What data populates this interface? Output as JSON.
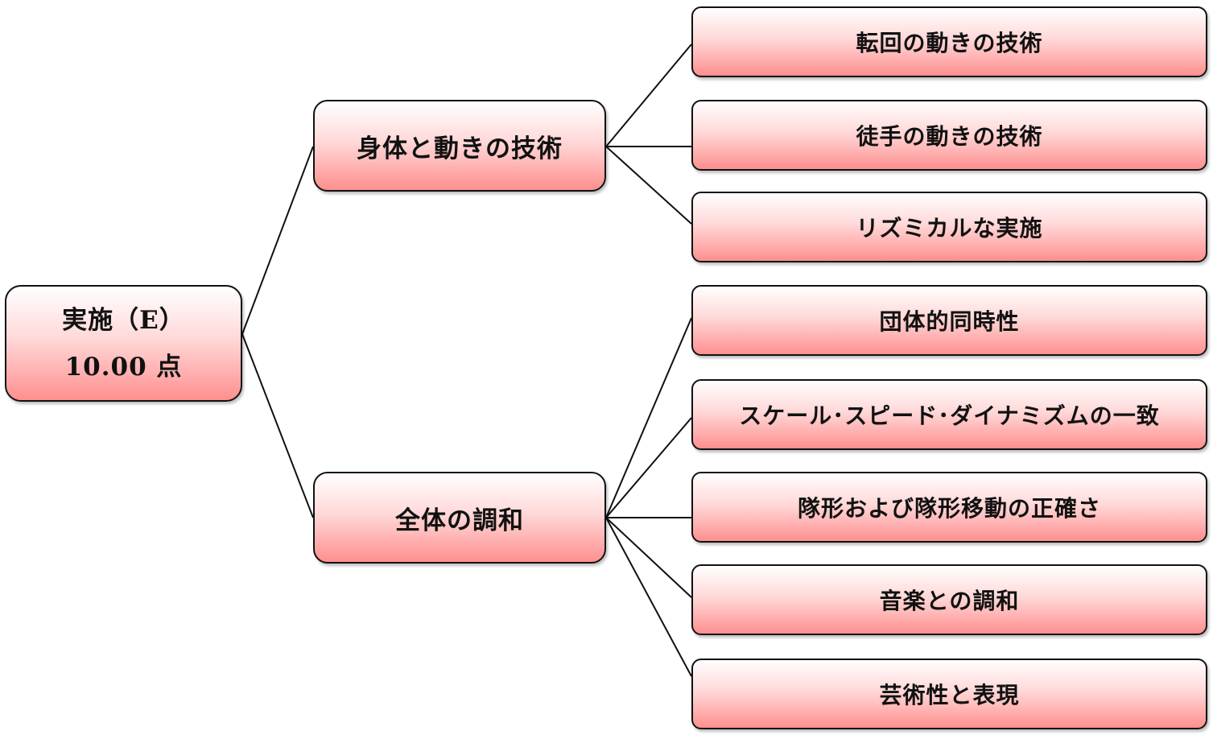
{
  "diagram": {
    "root": {
      "title": "実施（E）",
      "score": "10.00 点"
    },
    "categories": [
      {
        "label": "身体と動きの技術",
        "items": [
          "転回の動きの技術",
          "徒手の動きの技術",
          "リズミカルな実施"
        ]
      },
      {
        "label": "全体の調和",
        "items": [
          "団体的同時性",
          "スケール･スピード･ダイナミズムの一致",
          "隊形および隊形移動の正確さ",
          "音楽との調和",
          "芸術性と表現"
        ]
      }
    ],
    "colors": {
      "box_top": "#ffffff",
      "box_bottom": "#ff8f8f",
      "border": "#111111",
      "connector": "#111111"
    }
  }
}
